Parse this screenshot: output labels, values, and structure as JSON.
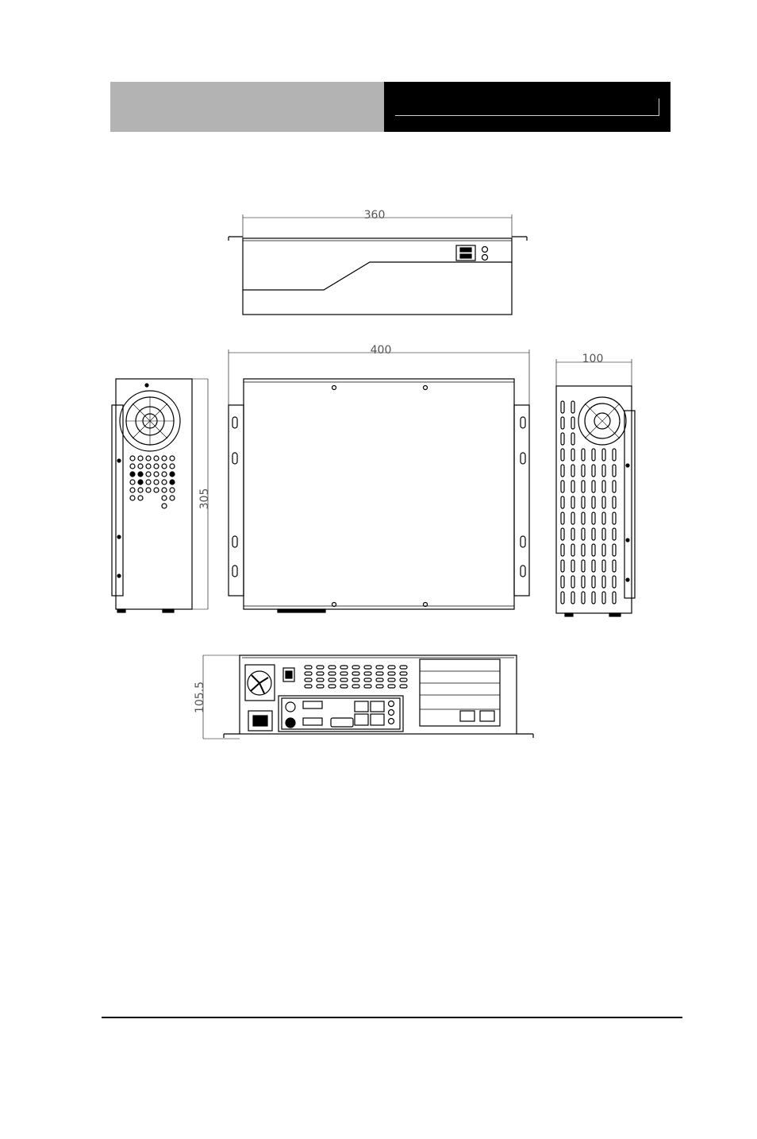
{
  "dimensions": {
    "front_width": "360",
    "top_width": "400",
    "side_width": "100",
    "depth": "305",
    "height": "105.5"
  },
  "colors": {
    "header_left": "#b3b3b3",
    "header_right": "#000000",
    "line": "#000000",
    "dimension_text": "#555555"
  }
}
